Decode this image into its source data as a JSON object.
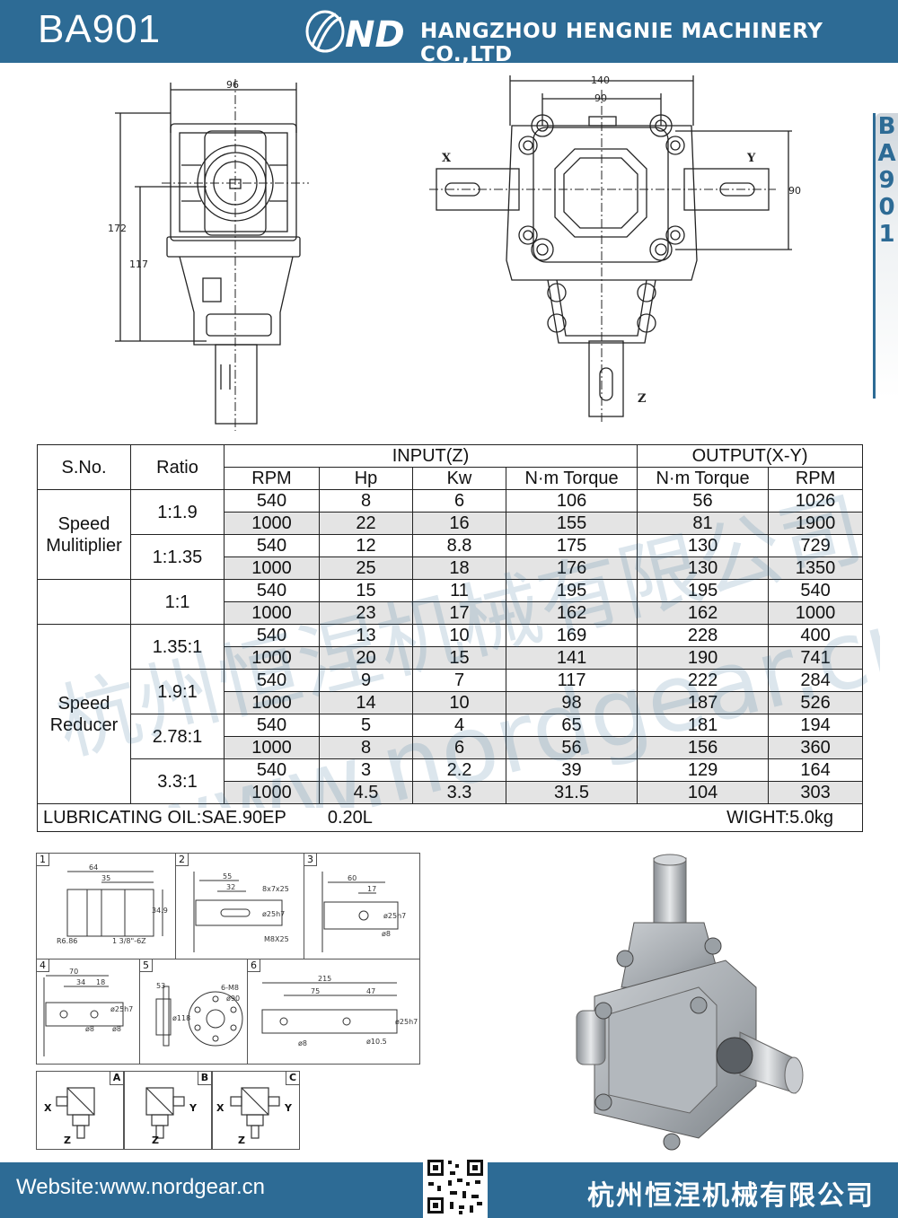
{
  "header": {
    "model": "BA901",
    "company": "HANGZHOU HENGNIE MACHINERY CO.,LTD",
    "logo_text": "ND"
  },
  "side_tab": {
    "letters": [
      "B",
      "A",
      "9",
      "0",
      "1"
    ]
  },
  "side_view": {
    "dims": {
      "width": "96",
      "height_total": "172",
      "height_axis": "117"
    }
  },
  "front_view": {
    "dims": {
      "outer": "140",
      "inner": "90",
      "right": "90"
    },
    "axes": {
      "x": "X",
      "y": "Y",
      "z": "Z"
    }
  },
  "spec_table": {
    "col_sno": "S.No.",
    "col_ratio": "Ratio",
    "group_input": "INPUT(Z)",
    "group_output": "OUTPUT(X-Y)",
    "sub_headers": [
      "RPM",
      "Hp",
      "Kw",
      "N·m Torque",
      "N·m Torque",
      "RPM"
    ],
    "section_multiplier": [
      "Speed",
      "Mulitiplier"
    ],
    "section_reducer": [
      "Speed",
      "Reducer"
    ],
    "ratios": [
      "1:1.9",
      "1:1.35",
      "1:1",
      "1.35:1",
      "1.9:1",
      "2.78:1",
      "3.3:1"
    ],
    "rows": [
      [
        "540",
        "8",
        "6",
        "106",
        "56",
        "1026"
      ],
      [
        "1000",
        "22",
        "16",
        "155",
        "81",
        "1900"
      ],
      [
        "540",
        "12",
        "8.8",
        "175",
        "130",
        "729"
      ],
      [
        "1000",
        "25",
        "18",
        "176",
        "130",
        "1350"
      ],
      [
        "540",
        "15",
        "11",
        "195",
        "195",
        "540"
      ],
      [
        "1000",
        "23",
        "17",
        "162",
        "162",
        "1000"
      ],
      [
        "540",
        "13",
        "10",
        "169",
        "228",
        "400"
      ],
      [
        "1000",
        "20",
        "15",
        "141",
        "190",
        "741"
      ],
      [
        "540",
        "9",
        "7",
        "117",
        "222",
        "284"
      ],
      [
        "1000",
        "14",
        "10",
        "98",
        "187",
        "526"
      ],
      [
        "540",
        "5",
        "4",
        "65",
        "181",
        "194"
      ],
      [
        "1000",
        "8",
        "6",
        "56",
        "156",
        "360"
      ],
      [
        "540",
        "3",
        "2.2",
        "39",
        "129",
        "164"
      ],
      [
        "1000",
        "4.5",
        "3.3",
        "31.5",
        "104",
        "303"
      ]
    ],
    "lubricating": "LUBRICATING OIL:SAE.90EP",
    "oil_volume": "0.20L",
    "weight": "WIGHT:5.0kg"
  },
  "watermark": {
    "cn": "杭州恒涅机械有限公司",
    "url": "www.nordgear.cn"
  },
  "shaft_options": [
    {
      "num": "1",
      "labels": [
        "64",
        "35",
        "34.9",
        "R6.86",
        "1 3/8\"-6Z"
      ]
    },
    {
      "num": "2",
      "labels": [
        "55",
        "32",
        "8x7x25",
        "ø25h7",
        "M8X25"
      ]
    },
    {
      "num": "3",
      "labels": [
        "60",
        "17",
        "ø25h7",
        "ø8"
      ]
    },
    {
      "num": "4",
      "labels": [
        "70",
        "34",
        "18",
        "ø25h7",
        "ø8",
        "ø8"
      ]
    },
    {
      "num": "5",
      "labels": [
        "53",
        "6-M8",
        "ø90",
        "ø118"
      ]
    },
    {
      "num": "6",
      "labels": [
        "215",
        "75",
        "47",
        "ø25h7",
        "ø8",
        "ø10.5"
      ]
    }
  ],
  "configs": [
    {
      "label": "A",
      "axes": [
        "X",
        "Z"
      ]
    },
    {
      "label": "B",
      "axes": [
        "Y",
        "Z"
      ]
    },
    {
      "label": "C",
      "axes": [
        "X",
        "Y",
        "Z"
      ]
    }
  ],
  "footer": {
    "website": "Website:www.nordgear.cn",
    "company_cn": "杭州恒涅机械有限公司"
  },
  "colors": {
    "brand": "#2d6b95",
    "row_alt": "#e4e4e4"
  }
}
